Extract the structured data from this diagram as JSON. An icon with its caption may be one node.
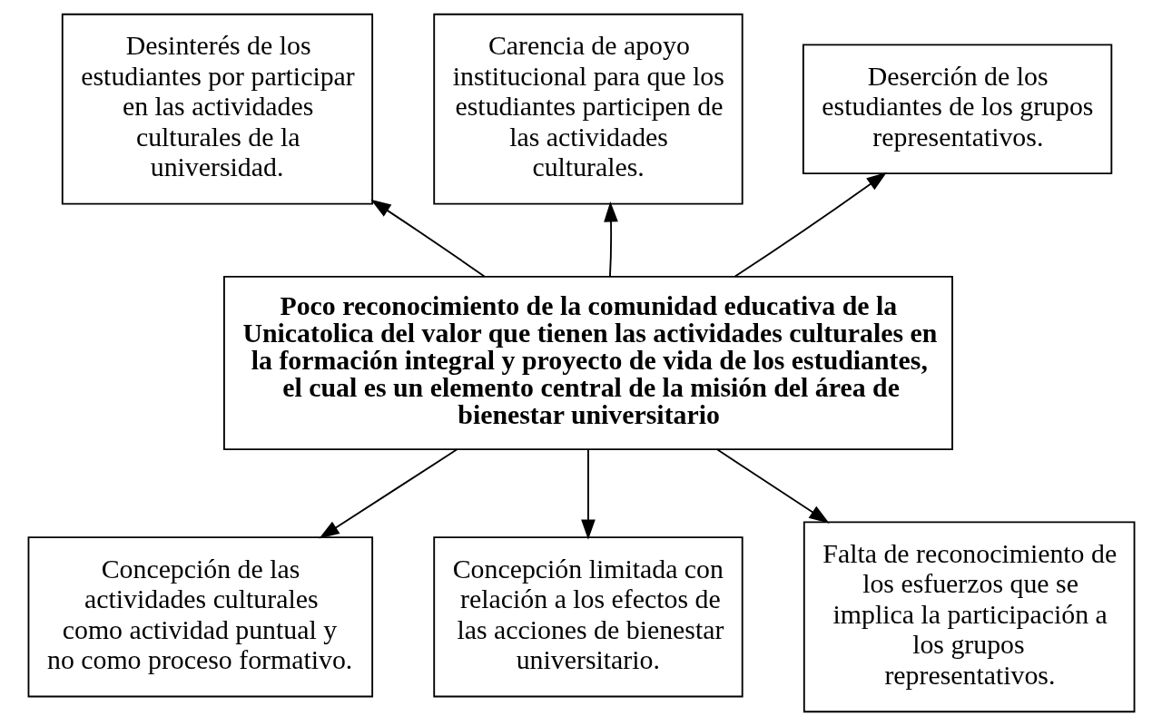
{
  "diagram": {
    "nodes": [
      {
        "text": [
          "Desinterés de los estudiantes por participar en las actividades culturales de la universidad."
        ]
      },
      {
        "text": [
          "Carencia de apoyo institucional para que los estudiantes participen de las actividades culturales."
        ]
      },
      {
        "text": [
          "Deserción de los estudiantes de los grupos representativos."
        ]
      },
      {
        "text": [
          "Poco reconocimiento de la comunidad educativa de la Unicatolica del valor que tienen las actividades culturales en la formación integral y proyecto de vida de los estudiantes, el cual es un elemento central de la misión del área de bienestar universitario"
        ]
      },
      {
        "text": [
          "Concepción de las actividades culturales como actividad puntual y no como proceso formativo."
        ]
      },
      {
        "text": [
          "Concepción limitada con relación a los efectos de las acciones de bienestar universitario."
        ]
      },
      {
        "text": [
          "Falta de reconocimiento de los esfuerzos que se implica la participación a los grupos representativos."
        ]
      }
    ],
    "edges": [
      {
        "from": 3,
        "to": 0,
        "arrow": "to"
      },
      {
        "from": 3,
        "to": 1,
        "arrow": "to"
      },
      {
        "from": 3,
        "to": 2,
        "arrow": "to"
      },
      {
        "from": 3,
        "to": 4,
        "arrow": "to"
      },
      {
        "from": 3,
        "to": 5,
        "arrow": "to"
      },
      {
        "from": 3,
        "to": 6,
        "arrow": "to"
      }
    ]
  }
}
